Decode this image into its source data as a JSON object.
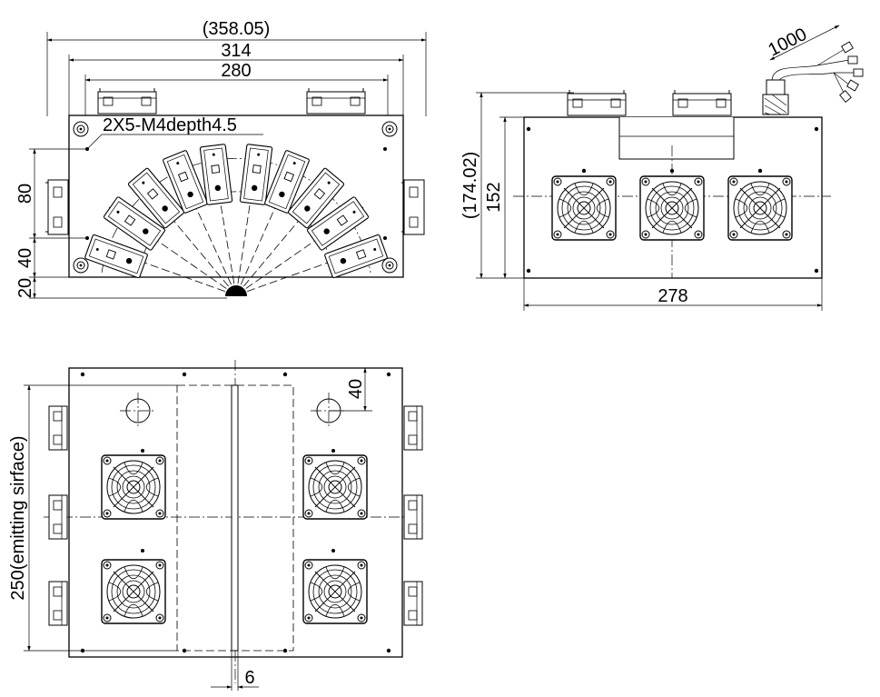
{
  "front_view": {
    "dim_overall": "(358.05)",
    "dim_314": "314",
    "dim_280": "280",
    "hole_note": "2X5-M4depth4.5",
    "dim_80": "80",
    "dim_40": "40",
    "dim_20": "20"
  },
  "side_view": {
    "dim_cable": "1000",
    "dim_height_total": "(174.02)",
    "dim_152": "152",
    "dim_278": "278"
  },
  "bottom_view": {
    "dim_40": "40",
    "dim_250": "250(emitting sirface)",
    "dim_6": "6"
  }
}
